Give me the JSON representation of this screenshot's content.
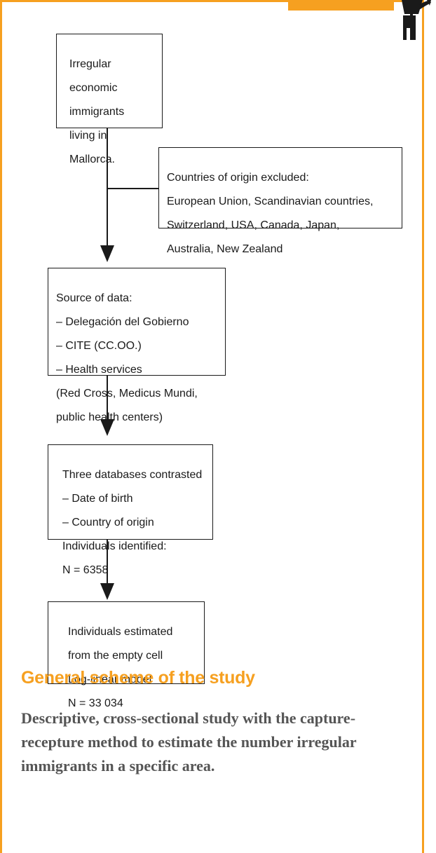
{
  "flowchart": {
    "box1": {
      "lines": [
        "Irregular",
        "economic",
        "immigrants",
        "living in",
        "Mallorca."
      ]
    },
    "exclusion": {
      "lines": [
        "Countries of origin excluded:",
        "European Union, Scandinavian countries,",
        "Switzerland, USA, Canada, Japan,",
        "Australia, New Zealand"
      ]
    },
    "box2": {
      "lines": [
        "Source of data:",
        "– Delegación del Gobierno",
        "– CITE (CC.OO.)",
        "– Health services",
        "(Red Cross, Medicus Mundi,",
        "public health centers)"
      ]
    },
    "box3": {
      "lines": [
        "Three databases contrasted",
        "– Date of birth",
        "– Country of origin",
        "Individuals identified:",
        "N = 6358"
      ]
    },
    "box4": {
      "lines": [
        "Individuals estimated",
        "from the empty cell",
        "Log-linear model",
        "N = 33 034"
      ]
    }
  },
  "section": {
    "title": "General scheme of the study",
    "description": "Descriptive, cross-sectional study with the capture-recepture method to estimate the number irregular immigrants in a specific area."
  },
  "colors": {
    "accent": "#f6a020",
    "ink": "#1a1a1a",
    "body_text": "#555555"
  }
}
